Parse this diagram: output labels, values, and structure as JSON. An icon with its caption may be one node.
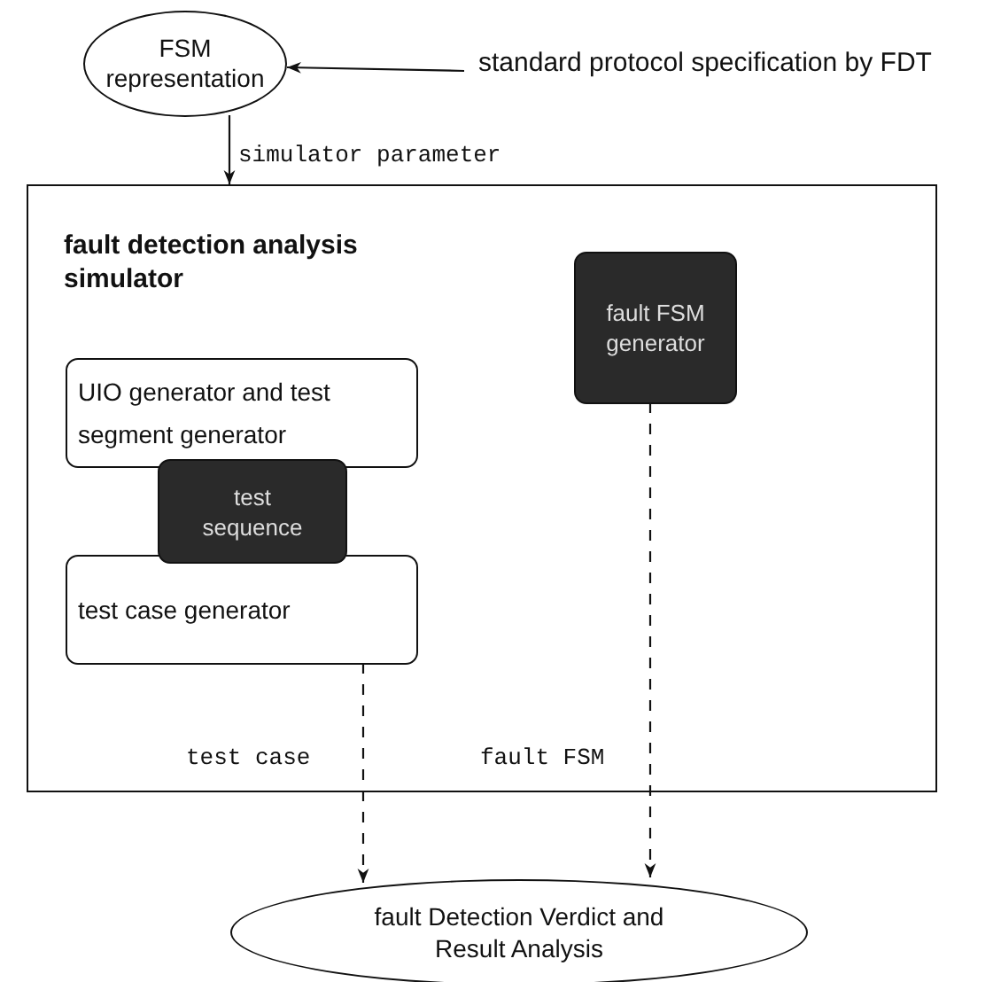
{
  "diagram": {
    "nodes": [
      {
        "text": [
          "FSM representation"
        ]
      },
      {
        "text": [
          "standard protocol specification by FDT"
        ]
      },
      {
        "text": [
          "fault detection analysis simulator"
        ]
      },
      {
        "text": [
          "UIO generator and test segment generator"
        ],
        "in": 2
      },
      {
        "text": [
          "test sequence"
        ],
        "in": 2
      },
      {
        "text": [
          "test case generator"
        ],
        "in": 2
      },
      {
        "text": [
          "fault FSM generator"
        ],
        "in": 2
      },
      {
        "text": [
          "fault Detection Verdict and Result Analysis"
        ]
      }
    ],
    "edges": [
      {
        "from": 1,
        "to": 0,
        "arrow": "to"
      },
      {
        "from": 0,
        "to": 2,
        "arrow": "to",
        "label": "simulator parameter"
      },
      {
        "from": 5,
        "to": 7,
        "arrow": "to",
        "label": "test case",
        "style": "dashed"
      },
      {
        "from": 6,
        "to": 7,
        "arrow": "to",
        "label": "fault FSM",
        "style": "dashed"
      }
    ]
  }
}
